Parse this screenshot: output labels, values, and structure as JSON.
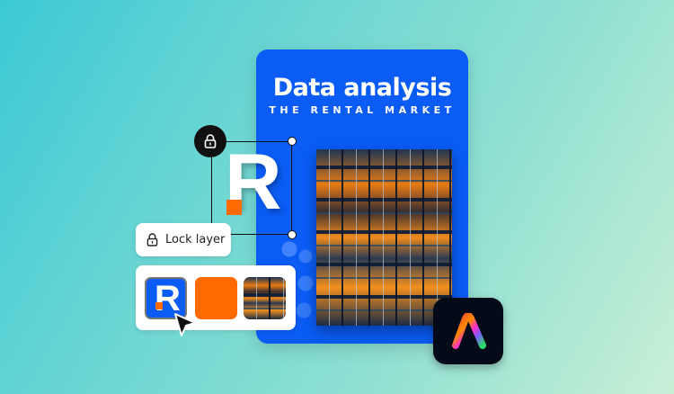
{
  "card": {
    "title": "Data analysis",
    "subtitle": "THE RENTAL MARKET"
  },
  "logo_letter": "R",
  "lock_layer": {
    "label": "Lock layer",
    "icon": "lock-icon"
  },
  "swatches": [
    {
      "name": "logo",
      "color": "#0a5cf5"
    },
    {
      "name": "orange",
      "color": "#ff6a00"
    },
    {
      "name": "photo"
    }
  ],
  "app_icon": "adobe-express-logo",
  "colors": {
    "brand_blue": "#0a5cf5",
    "accent_orange": "#ff6a00"
  }
}
